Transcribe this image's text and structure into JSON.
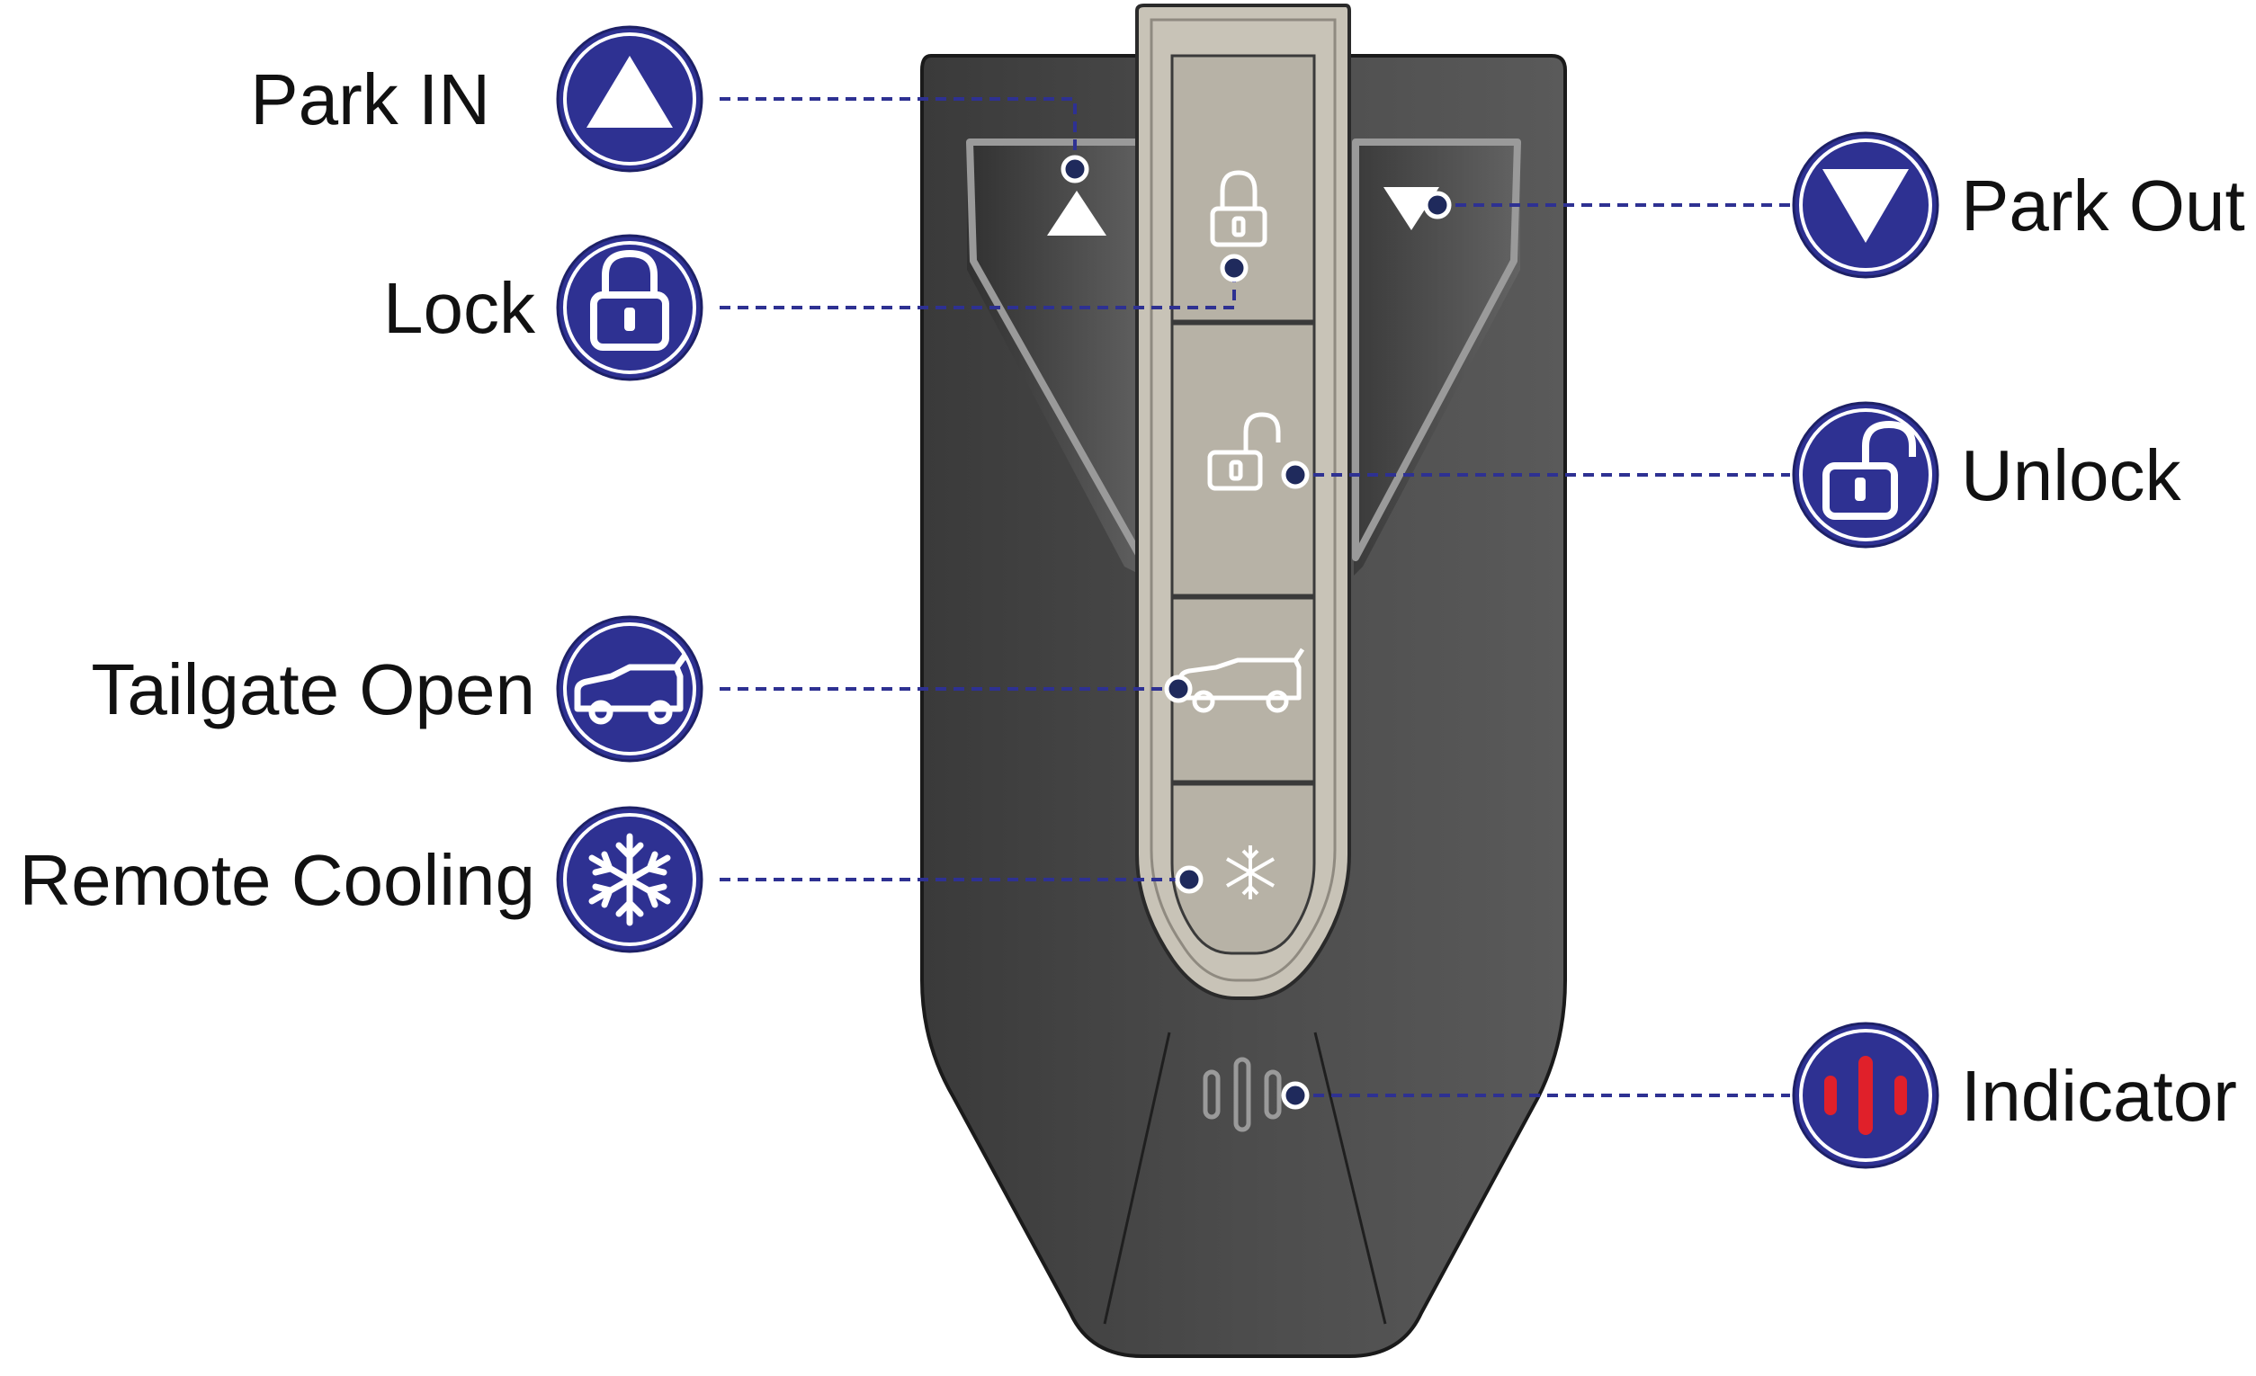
{
  "colors": {
    "badge_fill": "#2e3192",
    "badge_ring": "#ffffff",
    "leader_line": "#2e3192",
    "fob_body": "#4a4a4a",
    "fob_strip": "#c7c2b6",
    "indicator_bar": "#e0202a"
  },
  "callouts": {
    "park_in": {
      "label": "Park IN",
      "icon": "triangle-up-icon"
    },
    "lock": {
      "label": "Lock",
      "icon": "padlock-closed-icon"
    },
    "tailgate_open": {
      "label": "Tailgate Open",
      "icon": "suv-tailgate-icon"
    },
    "remote_cooling": {
      "label": "Remote Cooling",
      "icon": "snowflake-icon"
    },
    "park_out": {
      "label": "Park Out",
      "icon": "triangle-down-icon"
    },
    "unlock": {
      "label": "Unlock",
      "icon": "padlock-open-icon"
    },
    "indicator": {
      "label": "Indicator",
      "icon": "indicator-bars-icon"
    }
  }
}
